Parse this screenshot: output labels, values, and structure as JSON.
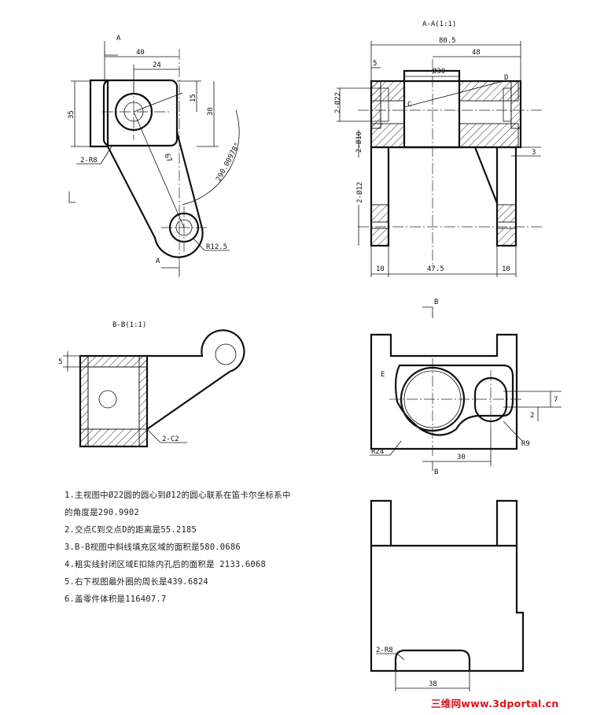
{
  "views": {
    "top_left": {
      "section_marker": "A",
      "dims": {
        "d40": "40",
        "d24": "24",
        "d15": "15",
        "d30": "30",
        "d35": "35",
        "d67": "67",
        "angle": "290.00978°",
        "fillet": "2-R8",
        "radius": "R12.5"
      }
    },
    "section_aa": {
      "title": "A-A(1:1)",
      "dims": {
        "d80_5": "80.5",
        "d48": "48",
        "d5": "5",
        "dia30": "Ø30",
        "dia22": "2-Ø22",
        "dia10": "2-Ø10",
        "dia12": "2-Ø12",
        "d3": "3",
        "d10a": "10",
        "d47_5": "47.5",
        "d10b": "10"
      },
      "points": {
        "c": "C",
        "d": "D"
      }
    },
    "section_bb": {
      "title": "B-B(1:1)",
      "dims": {
        "d5": "5",
        "chamfer": "2-C2"
      }
    },
    "right_view": {
      "section_marker": "B",
      "region_label": "E",
      "dims": {
        "d7": "7",
        "d2": "2",
        "d30": "30",
        "r24": "R24",
        "r9": "R9"
      }
    },
    "bottom_view": {
      "dims": {
        "fillet": "2-R8",
        "d38": "38"
      }
    }
  },
  "notes": [
    "1.主视图中Ø22圆的圆心到Ø12的圆心联系在笛卡尔坐标系中",
    "的角度是290.9902",
    "2.交点C到交点D的距离是55.2185",
    "3.B-B视图中斜线填充区域的面积是580.0686",
    "4.粗实线封闭区域E扣除内孔后的面积是 2133.6068",
    "5.右下视图最外圈的周长是439.6824",
    "6.盖零件体积是116407.7"
  ],
  "watermark": "三维网www.3dportal.cn",
  "colors": {
    "line": "#111111",
    "watermark": "#d8141b"
  }
}
